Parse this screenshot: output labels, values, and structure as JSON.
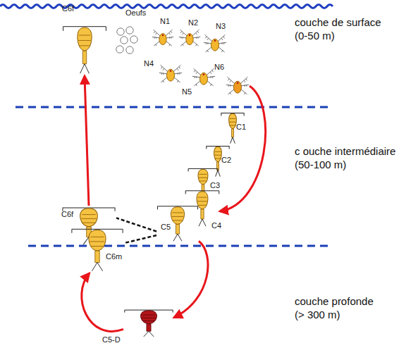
{
  "diagram": {
    "nodes": [
      {
        "text": [
          "C6f"
        ]
      },
      {
        "text": [
          "Oeufs"
        ]
      },
      {
        "text": [
          "N1"
        ]
      },
      {
        "text": [
          "N2"
        ]
      },
      {
        "text": [
          "N3"
        ]
      },
      {
        "text": [
          "N4"
        ]
      },
      {
        "text": [
          "N5"
        ]
      },
      {
        "text": [
          "N6"
        ]
      },
      {
        "text": [
          "C1"
        ]
      },
      {
        "text": [
          "C2"
        ]
      },
      {
        "text": [
          "C3"
        ]
      },
      {
        "text": [
          "C4"
        ]
      },
      {
        "text": [
          "C5"
        ]
      },
      {
        "text": [
          "C6f"
        ]
      },
      {
        "text": [
          "C6m"
        ]
      },
      {
        "text": [
          "C5-D"
        ]
      }
    ],
    "edges": [
      {
        "from": 7,
        "to": 11,
        "arrow": "to"
      },
      {
        "from": 12,
        "to": 15,
        "arrow": "to"
      },
      {
        "from": 15,
        "to": 14,
        "arrow": "to"
      },
      {
        "from": 13,
        "to": 0,
        "arrow": "to"
      },
      {
        "from": 12,
        "to": 13,
        "arrow": "none"
      },
      {
        "from": 12,
        "to": 14,
        "arrow": "none"
      }
    ],
    "labels": [
      "couche de surface (0-50 m)",
      "c ouche intermédiaire (50-100 m)",
      "couche profonde (> 300 m)"
    ]
  }
}
